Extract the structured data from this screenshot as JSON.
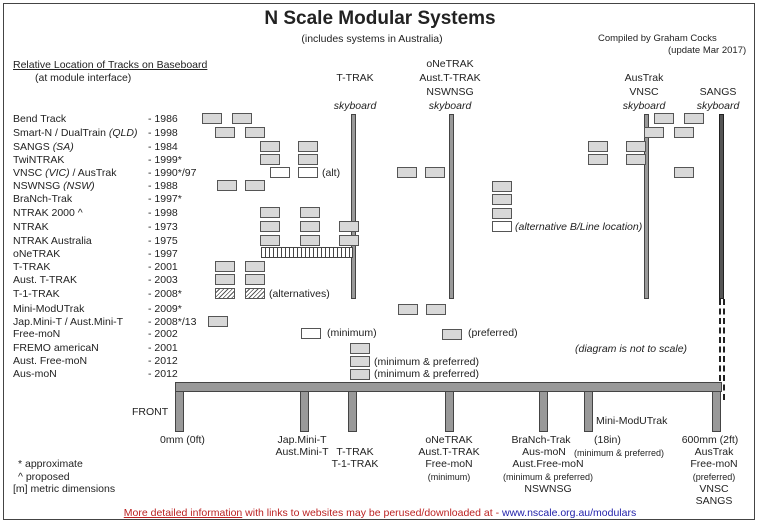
{
  "title": "N Scale Modular Systems",
  "subtitle": "(includes systems in Australia)",
  "compiled": "Compiled by Graham Cocks",
  "updated": "(update Mar 2017)",
  "section_title": "Relative Location of Tracks on Baseboard",
  "section_sub": "(at module interface)",
  "columns": {
    "ttrak": [
      "T-TRAK",
      "skyboard"
    ],
    "onetrak": [
      "oNeTRAK",
      "Aust.T-TRAK",
      "NSWNSG",
      "skyboard"
    ],
    "austrak": [
      "AusTrak",
      "VNSC",
      "skyboard"
    ],
    "sangs": [
      "SANGS",
      "skyboard"
    ]
  },
  "systems": [
    {
      "name": "Bend Track",
      "year": "- 1986"
    },
    {
      "name": "Smart-N / DualTrain",
      "region": "(QLD)",
      "year": "- 1998"
    },
    {
      "name": "SANGS",
      "region": "(SA)",
      "year": "- 1984"
    },
    {
      "name": "TwiNTRAK",
      "year": "- 1999*"
    },
    {
      "name": "VNSC",
      "region": "(VIC)",
      "name2": "/ AusTrak",
      "year": "- 1990*/97"
    },
    {
      "name": "NSWNSG",
      "region": "(NSW)",
      "year": "- 1988"
    },
    {
      "name": "BraNch-Trak",
      "year": "- 1997*"
    },
    {
      "name": "NTRAK 2000 ^",
      "year": "- 1998"
    },
    {
      "name": "NTRAK",
      "year": "- 1973"
    },
    {
      "name": "NTRAK Australia",
      "year": "- 1975"
    },
    {
      "name": "oNeTRAK",
      "year": "- 1997"
    },
    {
      "name": "T-TRAK",
      "year": "- 2001"
    },
    {
      "name": "Aust. T-TRAK",
      "year": "- 2003"
    },
    {
      "name": "T-1-TRAK",
      "year": "- 2008*"
    },
    {
      "name": "Mini-ModUTrak",
      "year": "- 2009*"
    },
    {
      "name": "Jap.Mini-T / Aust.Mini-T",
      "year": "- 2008*/13"
    },
    {
      "name": "Free-moN",
      "year": "- 2002"
    },
    {
      "name": "FREMO americaN",
      "year": "- 2001"
    },
    {
      "name": "Aust. Free-moN",
      "year": "- 2012"
    },
    {
      "name": "Aus-moN",
      "year": "- 2012"
    }
  ],
  "notes": {
    "alt": "(alt)",
    "alt_bline": "(alternative B/Line location)",
    "alternatives": "(alternatives)",
    "minimum": "(minimum)",
    "preferred": "(preferred)",
    "min_pref": "(minimum & preferred)",
    "not_scale": "(diagram is not to scale)"
  },
  "baseboard": {
    "front": "FRONT",
    "zero": "0mm (0ft)",
    "jap": [
      "Jap.Mini-T",
      "Aust.Mini-T"
    ],
    "ttrak": [
      "T-TRAK",
      "T-1-TRAK"
    ],
    "onetrak": [
      "oNeTRAK",
      "Aust.T-TRAK",
      "Free-moN",
      "(minimum)"
    ],
    "branch": [
      "BraNch-Trak",
      "Aus-moN",
      "Aust.Free-moN",
      "(minimum & preferred)",
      "NSWNSG"
    ],
    "mini": [
      "Mini-ModUTrak",
      "(18in)",
      "(minimum & preferred)"
    ],
    "end": [
      "600mm (2ft)",
      "AusTrak",
      "Free-moN",
      "(preferred)",
      "VNSC",
      "SANGS"
    ]
  },
  "legend": [
    "*  approximate",
    "^  proposed",
    "[m] metric dimensions"
  ],
  "footer": {
    "link": "More detailed information",
    "text": " with links to websites may be perused/downloaded at - ",
    "url": "www.nscale.org.au/modulars"
  }
}
